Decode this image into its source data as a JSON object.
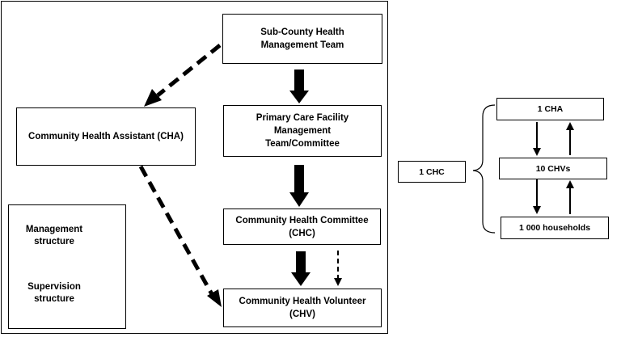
{
  "left_diagram": {
    "boxes": {
      "schmt": "Sub-County Health Management Team",
      "pcf": "Primary Care Facility Management Team/Committee",
      "cha": "Community Health Assistant (CHA)",
      "chc": "Community Health Committee (CHC)",
      "chv": "Community Health Volunteer (CHV)"
    },
    "legend": {
      "management": "Management structure",
      "supervision": "Supervision structure"
    }
  },
  "right_diagram": {
    "chc": "1 CHC",
    "cha": "1 CHA",
    "chvs": "10 CHVs",
    "households": "1 000 households"
  },
  "colors": {
    "line": "#000000",
    "background": "#ffffff"
  }
}
